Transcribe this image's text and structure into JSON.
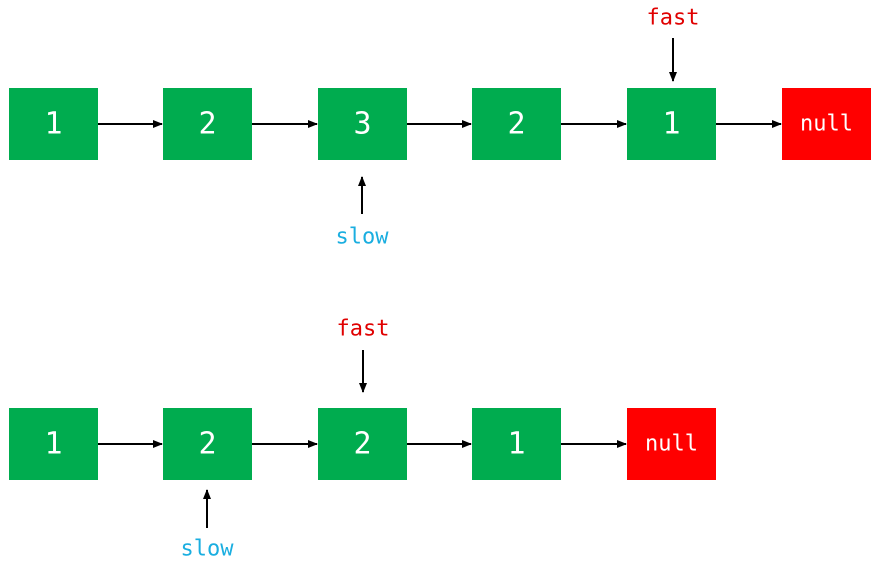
{
  "colors": {
    "node_fill": "#00AC4F",
    "null_fill": "#FF0000",
    "node_text": "#FFFFFF",
    "arrow": "#000000",
    "fast_label": "#E00000",
    "slow_label": "#1AAEE0"
  },
  "diagram_1": {
    "nodes": [
      "1",
      "2",
      "3",
      "2",
      "1"
    ],
    "null_label": "null",
    "fast_label": "fast",
    "slow_label": "slow"
  },
  "diagram_2": {
    "nodes": [
      "1",
      "2",
      "2",
      "1"
    ],
    "null_label": "null",
    "fast_label": "fast",
    "slow_label": "slow"
  }
}
